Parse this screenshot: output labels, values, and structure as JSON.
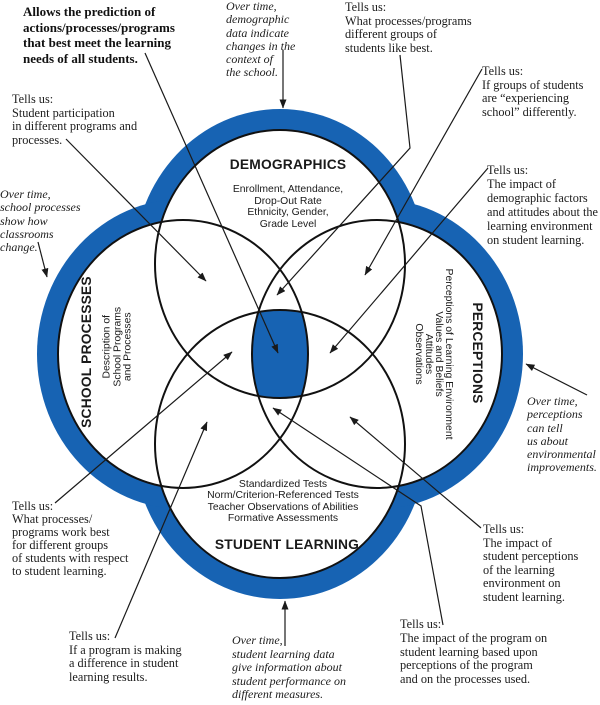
{
  "colors": {
    "ring": "#1763b3",
    "center": "#1763b3",
    "outline": "#111111",
    "fill": "#ffffff",
    "arrow": "#1a1a1a"
  },
  "header_callout": {
    "text": "Allows the prediction of\nactions/processes/programs\nthat best meet the learning\nneeds of all students."
  },
  "circles": {
    "demographics": {
      "title": "DEMOGRAPHICS",
      "items": [
        "Enrollment, Attendance,",
        "Drop-Out Rate",
        "Ethnicity, Gender,",
        "Grade Level"
      ]
    },
    "school_processes": {
      "title": "SCHOOL PROCESSES",
      "items": [
        "Description of",
        "School Programs",
        "and Processes"
      ]
    },
    "perceptions": {
      "title": "PERCEPTIONS",
      "items": [
        "Perceptions of Learning Environment",
        "Values and Beliefs",
        "Attitudes",
        "Observations"
      ]
    },
    "student_learning": {
      "title": "STUDENT LEARNING",
      "items": [
        "Standardized Tests",
        "Norm/Criterion-Referenced Tests",
        "Teacher Observations of Abilities",
        "Formative Assessments"
      ]
    }
  },
  "callouts": {
    "student_participation": {
      "heading": "Tells us:",
      "body": "Student participation\nin different programs and\nprocesses."
    },
    "school_processes_over_time": {
      "text": "Over time,\nschool processes\nshow how\nclassrooms\nchange."
    },
    "demographics_over_time": {
      "text": "Over time,\ndemographic\ndata indicate\nchanges in the\ncontext of\nthe school."
    },
    "processes_groups_like_best": {
      "heading": "Tells us:",
      "body": "What processes/programs\ndifferent groups of\nstudents like best."
    },
    "experiencing_school": {
      "heading": "Tells us:",
      "body": "If groups of students\nare “experiencing\nschool” differently."
    },
    "demographic_impact": {
      "heading": "Tells us:",
      "body": "The impact of\ndemographic factors\nand attitudes about the\nlearning environment\non student learning."
    },
    "perceptions_over_time": {
      "text": "Over time,\nperceptions\ncan tell\nus about\nenvironmental\nimprovements."
    },
    "processes_work_best": {
      "heading": "Tells us:",
      "body": "What processes/\nprograms work best\nfor different groups\nof students with respect\nto student learning."
    },
    "student_perceptions_impact": {
      "heading": "Tells us:",
      "body": "The impact of\nstudent perceptions\nof the learning\nenvironment on\nstudent learning."
    },
    "program_difference": {
      "heading": "Tells us:",
      "body": "If a program is making\na difference in student\nlearning results."
    },
    "student_learning_over_time": {
      "text": "Over time,\nstudent learning data\ngive information about\nstudent performance on\ndifferent measures."
    },
    "program_impact": {
      "heading": "Tells us:",
      "body": "The impact of the program on\nstudent learning based upon\nperceptions of the program\nand on the processes used."
    }
  }
}
